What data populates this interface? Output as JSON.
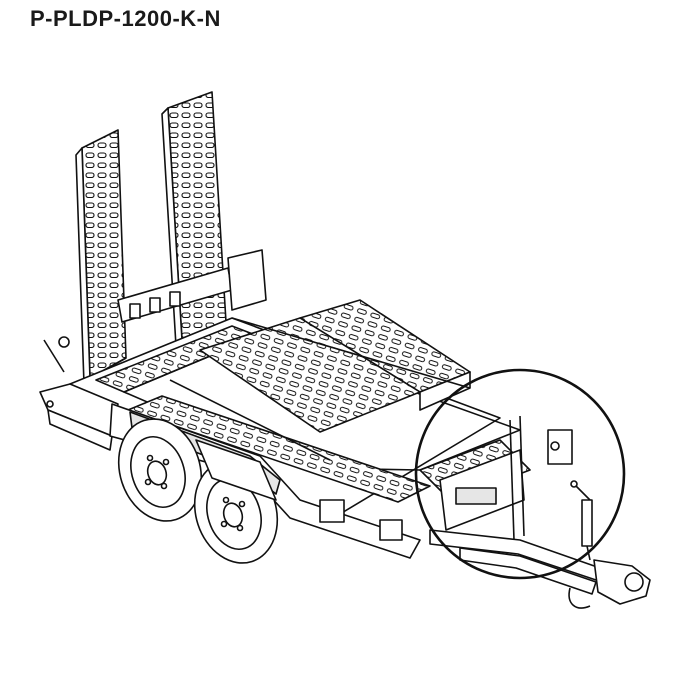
{
  "header": {
    "title": "P-PLDP-1200-K-N"
  },
  "figure": {
    "subject": "trailer-with-ramps",
    "highlight": "drawbar-jockey-wheel-area",
    "colors": {
      "line": "#111111",
      "fill": "#ffffff",
      "shade": "#e6e6e6"
    }
  }
}
